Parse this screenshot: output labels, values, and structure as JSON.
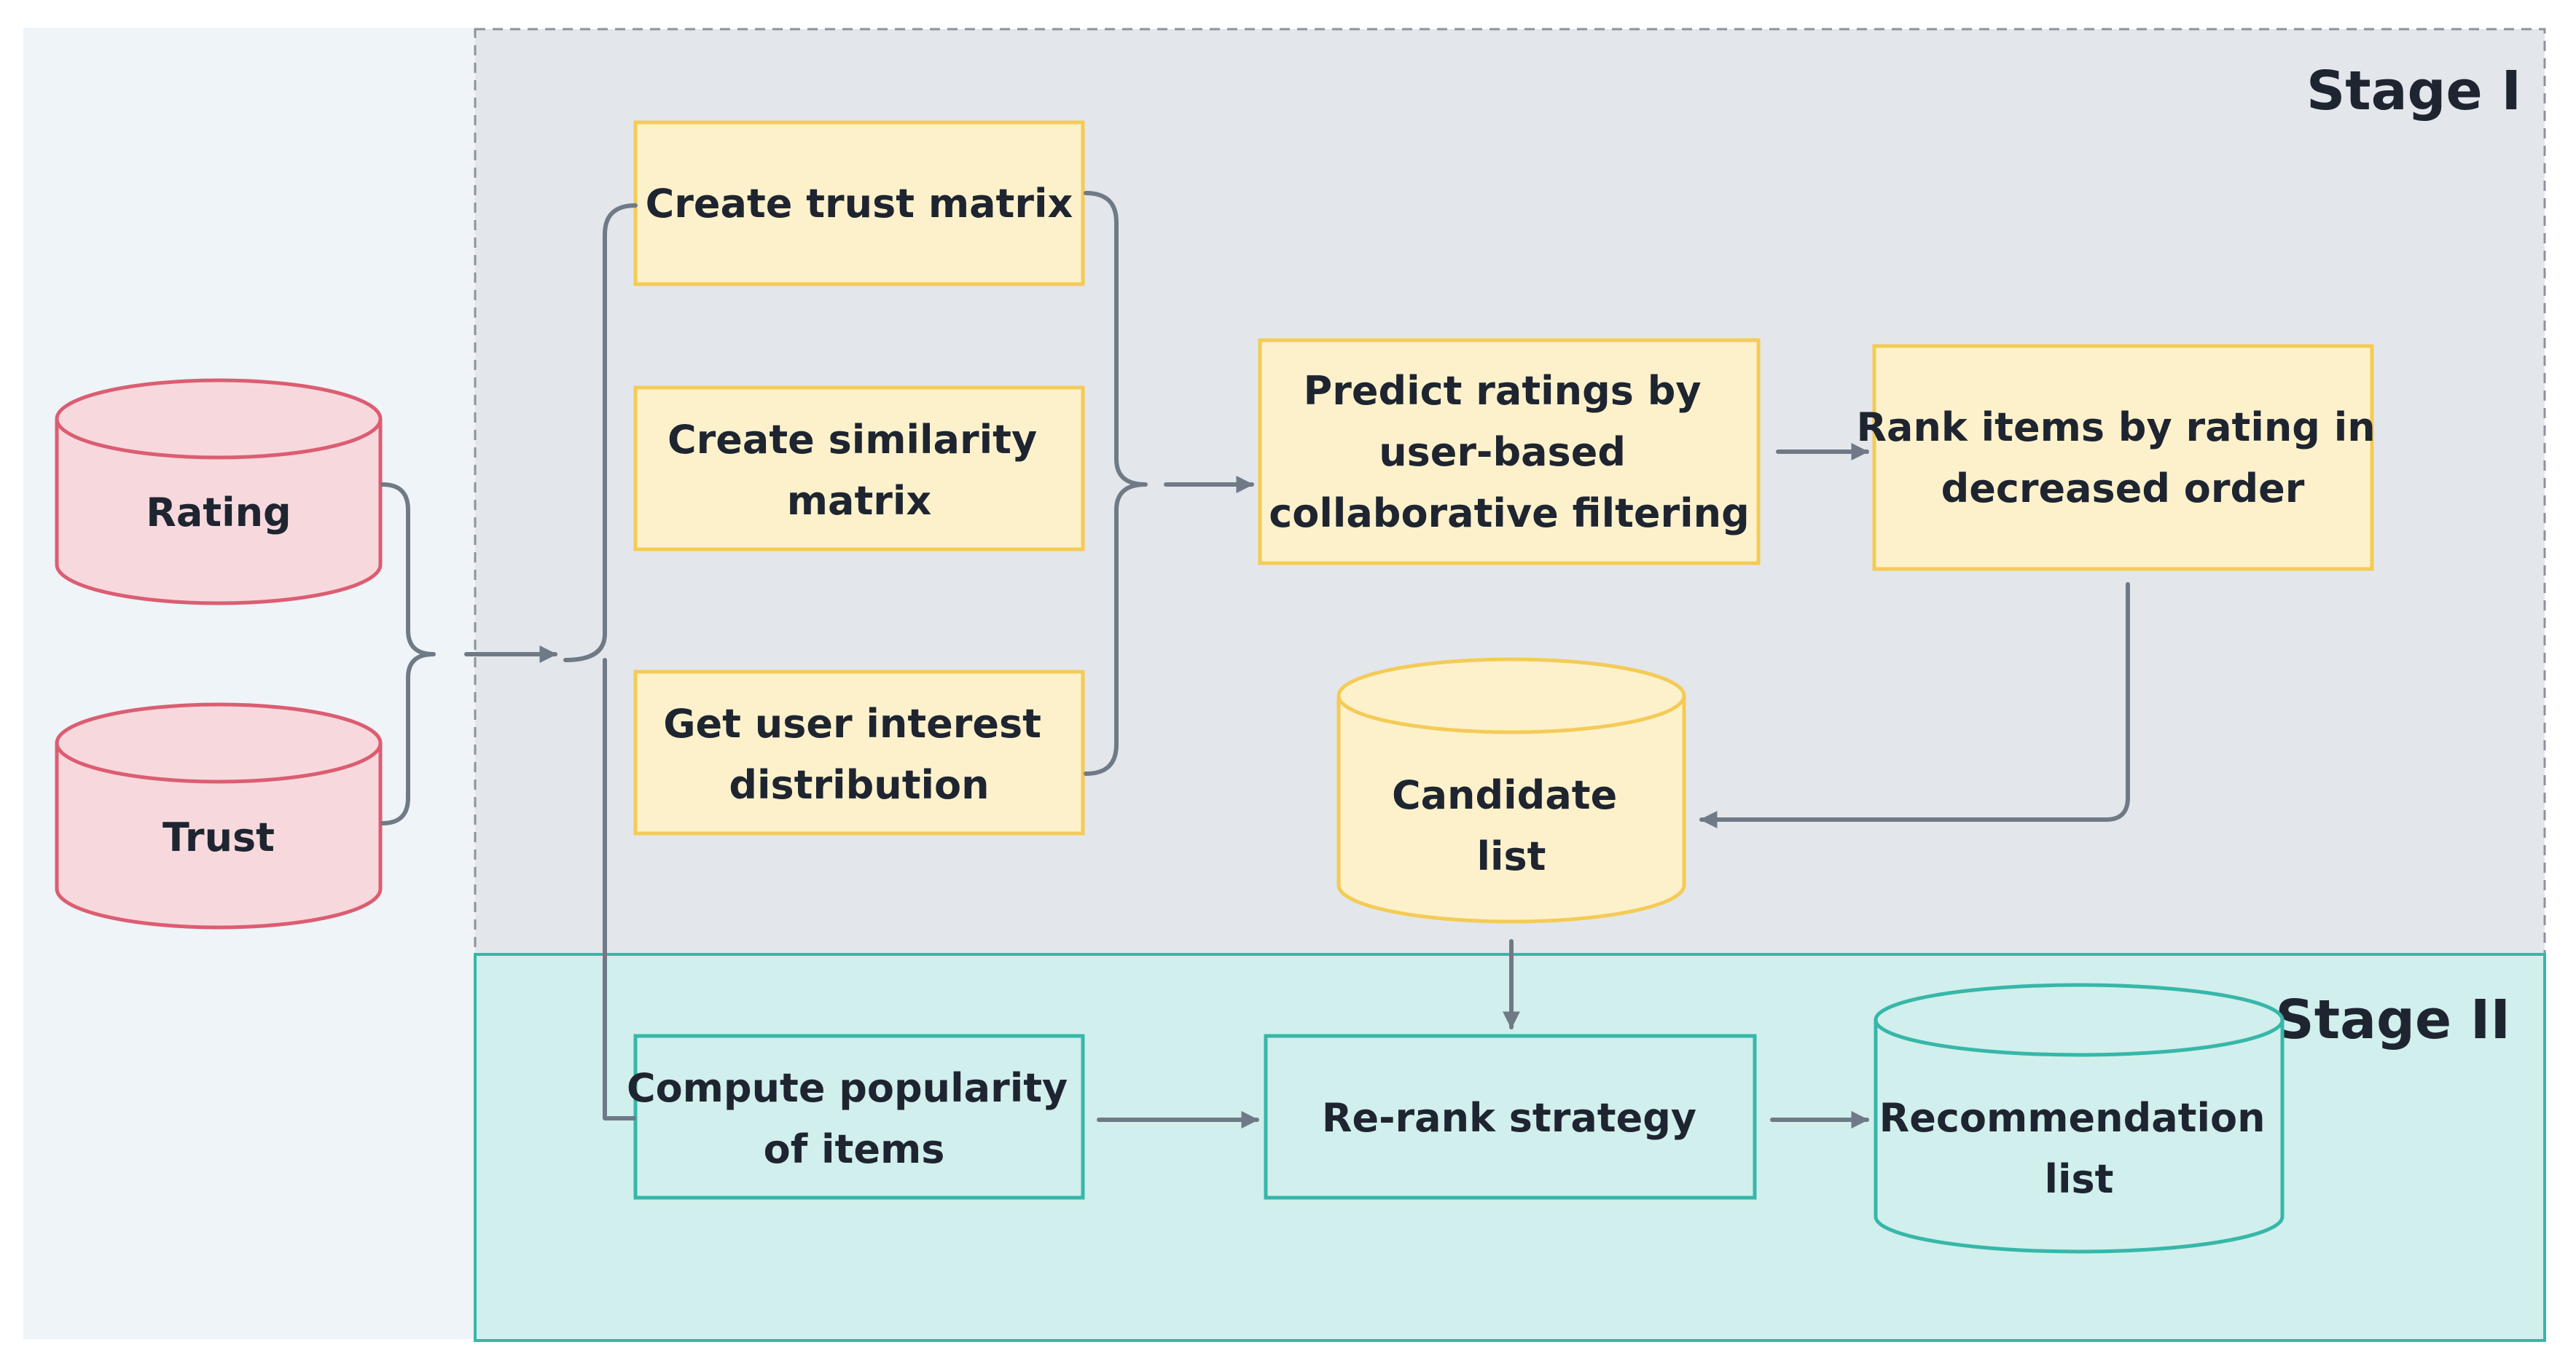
{
  "stages": {
    "stage1": "Stage I",
    "stage2": "Stage II"
  },
  "sources": {
    "rating": "Rating",
    "trust": "Trust"
  },
  "stage1_steps": {
    "trust_matrix": "Create trust matrix",
    "similarity_matrix": [
      "Create similarity",
      "matrix"
    ],
    "interest_distribution": [
      "Get user interest",
      "distribution"
    ],
    "predict_ratings": [
      "Predict ratings by",
      "user-based",
      "collaborative filtering"
    ],
    "rank_items": [
      "Rank items by rating in",
      "decreased order"
    ],
    "candidate_list": [
      "Candidate",
      "list"
    ]
  },
  "stage2_steps": {
    "popularity": [
      "Compute popularity",
      "of items"
    ],
    "rerank": "Re-rank strategy",
    "recommendation_list": [
      "Recommendation",
      "list"
    ]
  },
  "colors": {
    "background_left": "#eef4f7",
    "stage1_fill": "#e3e6eb",
    "stage2_fill": "#d1efec",
    "stage2_stroke": "#36b7aa",
    "yellow_fill": "#fdf1cc",
    "yellow_stroke": "#f4cb55",
    "red_fill": "#f7d9dd",
    "red_stroke": "#dc5d72",
    "connector": "#6f7a86"
  }
}
